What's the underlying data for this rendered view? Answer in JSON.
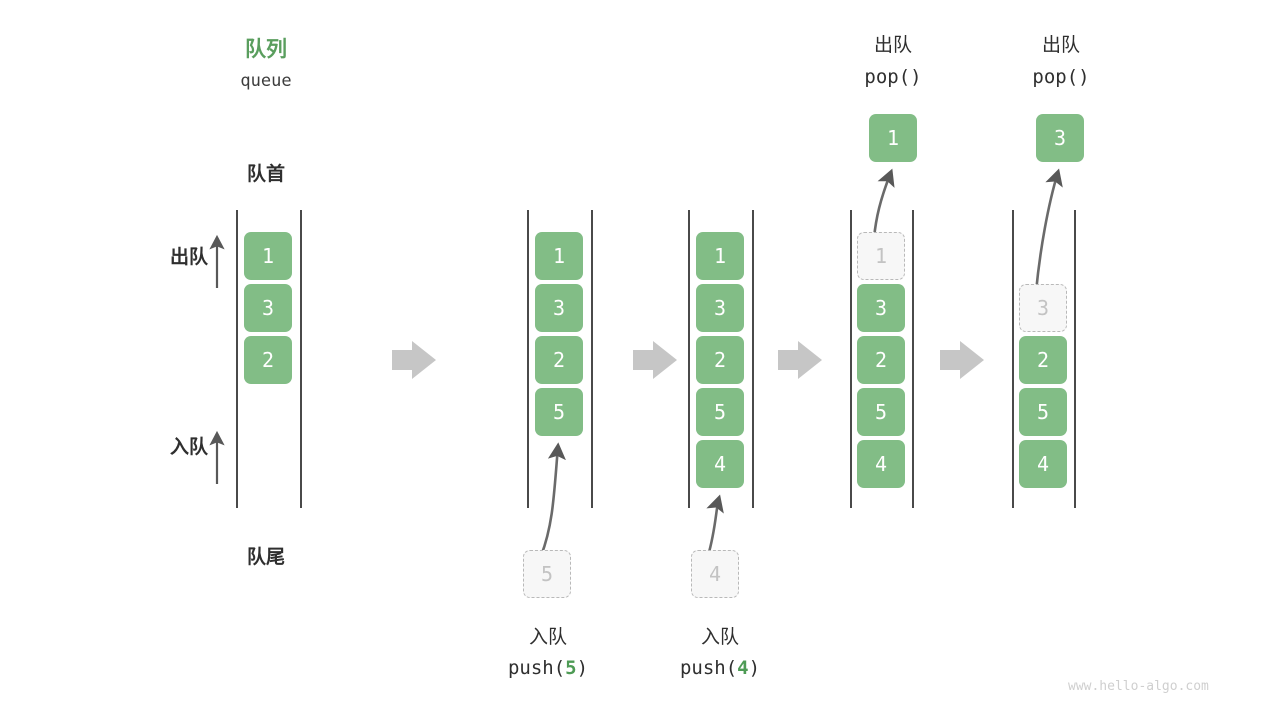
{
  "diagram": {
    "title_cn": "队列",
    "title_en": "queue",
    "head_label": "队首",
    "tail_label": "队尾",
    "dequeue_label": "出队",
    "enqueue_label": "入队",
    "watermark": "www.hello-algo.com",
    "accent_green": "#82bd86",
    "title_green": "#5a9e5e",
    "ghost_gray": "#b9b9b9",
    "arrow_gray": "#585858",
    "transition_gray": "#c6c6c6"
  },
  "steps": [
    {
      "id": "initial",
      "items": [
        "1",
        "3",
        "2"
      ],
      "ghost": null,
      "caption_cn": "",
      "caption_code": ""
    },
    {
      "id": "push-5",
      "items": [
        "1",
        "3",
        "2",
        "5"
      ],
      "ghost": {
        "value": "5",
        "position": "below"
      },
      "caption_cn": "入队",
      "caption_code_prefix": "push(",
      "caption_code_num": "5",
      "caption_code_suffix": ")"
    },
    {
      "id": "push-4",
      "items": [
        "1",
        "3",
        "2",
        "5",
        "4"
      ],
      "ghost": {
        "value": "4",
        "position": "below"
      },
      "caption_cn": "入队",
      "caption_code_prefix": "push(",
      "caption_code_num": "4",
      "caption_code_suffix": ")"
    },
    {
      "id": "pop-1",
      "items": [
        "3",
        "2",
        "5",
        "4"
      ],
      "ghost": {
        "value": "1",
        "position": "slot0"
      },
      "result": "1",
      "caption_cn": "出队",
      "caption_code": "pop()"
    },
    {
      "id": "pop-3",
      "items": [
        "2",
        "5",
        "4"
      ],
      "ghost": {
        "value": "3",
        "position": "slot1"
      },
      "result": "3",
      "caption_cn": "出队",
      "caption_code": "pop()"
    }
  ],
  "transitions": [
    "arrow-1",
    "arrow-2",
    "arrow-3",
    "arrow-4"
  ]
}
